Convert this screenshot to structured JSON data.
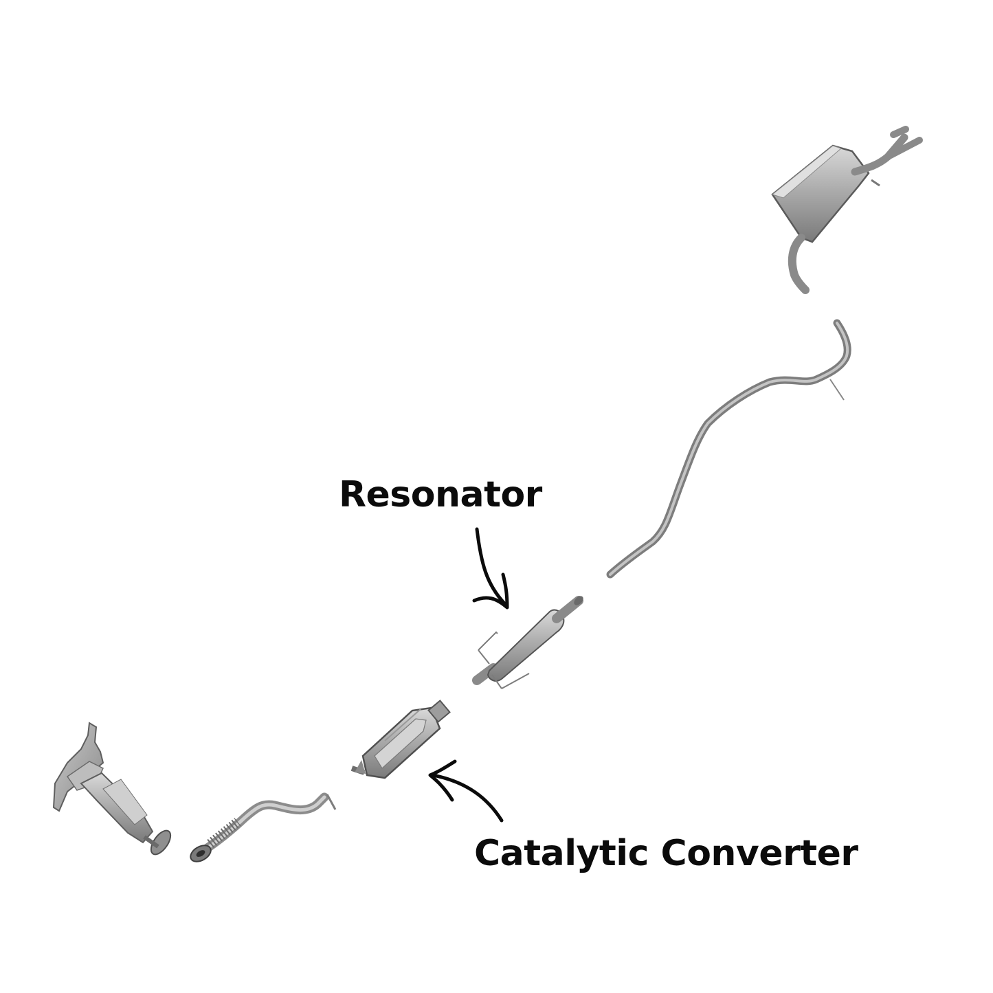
{
  "labels": {
    "resonator": "Resonator",
    "catalytic_converter": "Catalytic Converter"
  },
  "parts": [
    {
      "name": "exhaust-manifold",
      "icon": "exhaust-manifold-icon"
    },
    {
      "name": "front-pipe",
      "icon": "flex-pipe-icon"
    },
    {
      "name": "catalytic-converter",
      "icon": "catalytic-converter-icon"
    },
    {
      "name": "resonator",
      "icon": "resonator-icon"
    },
    {
      "name": "intermediate-pipe",
      "icon": "pipe-icon"
    },
    {
      "name": "muffler",
      "icon": "muffler-icon"
    }
  ],
  "colors": {
    "metal": "#a9a9a9",
    "metal_dark": "#6f6f6f",
    "metal_light": "#d6d6d6",
    "text": "#0b0b0b",
    "background": "#ffffff"
  }
}
